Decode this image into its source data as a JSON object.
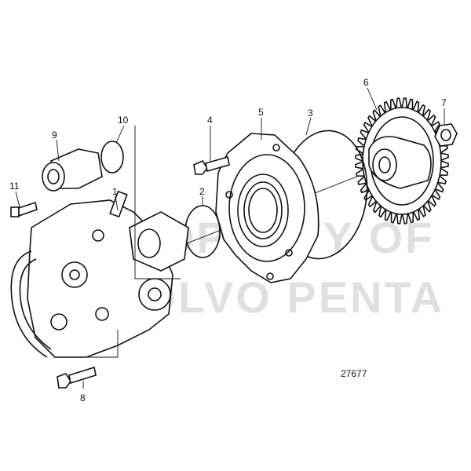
{
  "diagram": {
    "drawing_number": "27677",
    "watermark": [
      "PROPERTY OF",
      "VOLVO PENTA"
    ],
    "callouts": [
      {
        "id": "1",
        "part": "fuel-pump"
      },
      {
        "id": "2",
        "part": "o-ring-small"
      },
      {
        "id": "3",
        "part": "o-ring-large"
      },
      {
        "id": "4",
        "part": "bolt"
      },
      {
        "id": "5",
        "part": "pump-housing"
      },
      {
        "id": "6",
        "part": "drive-gear"
      },
      {
        "id": "7",
        "part": "nut"
      },
      {
        "id": "8",
        "part": "bolt-lower"
      },
      {
        "id": "9",
        "part": "sensor-valve"
      },
      {
        "id": "10",
        "part": "seal-ring"
      },
      {
        "id": "11",
        "part": "screw"
      }
    ]
  }
}
